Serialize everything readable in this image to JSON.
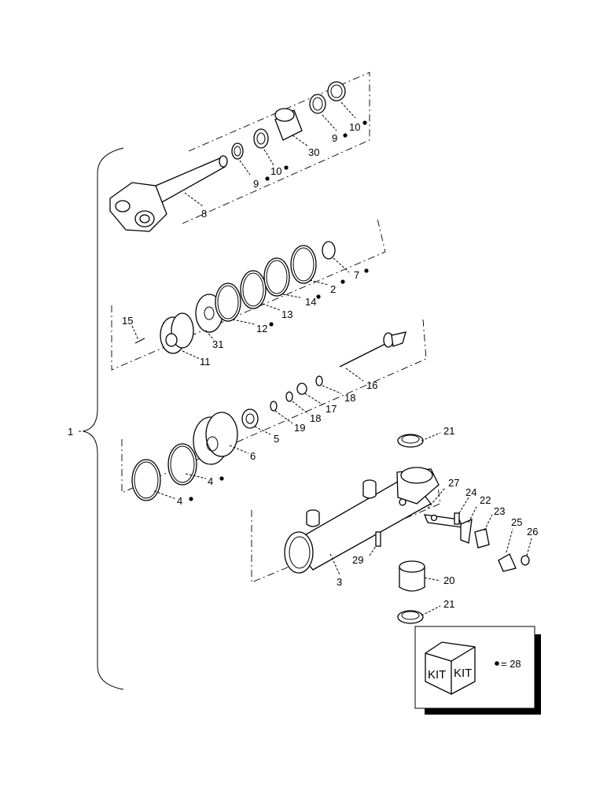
{
  "diagram": {
    "callouts": {
      "c1": "1",
      "c2": "2",
      "c3": "3",
      "c4a": "4",
      "c4b": "4",
      "c5": "5",
      "c6": "6",
      "c7": "7",
      "c8": "8",
      "c9a": "9",
      "c9b": "9",
      "c10a": "10",
      "c10b": "10",
      "c11": "11",
      "c12": "12",
      "c13": "13",
      "c14": "14",
      "c15": "15",
      "c16": "16",
      "c17": "17",
      "c18a": "18",
      "c18b": "18",
      "c19": "19",
      "c20": "20",
      "c21a": "21",
      "c21b": "21",
      "c22": "22",
      "c23": "23",
      "c24": "24",
      "c25": "25",
      "c26": "26",
      "c27": "27",
      "c29": "29",
      "c30": "30",
      "c31": "31"
    },
    "legend": {
      "kit_label_left": "KIT",
      "kit_label_right": "KIT",
      "kit_meaning": "= 28"
    }
  }
}
